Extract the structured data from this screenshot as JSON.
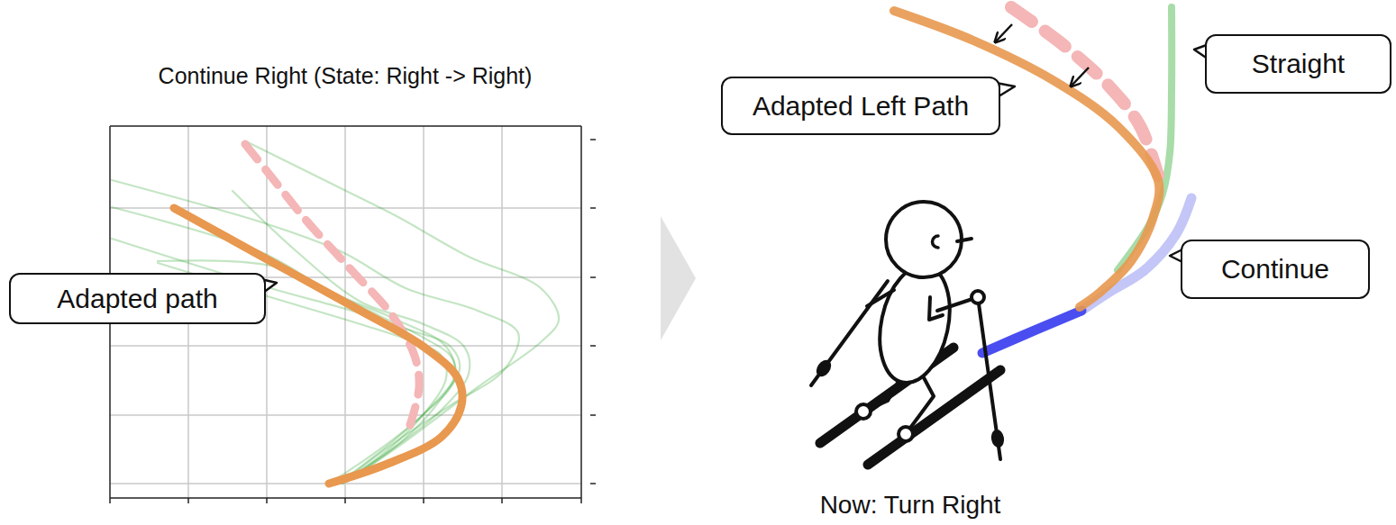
{
  "diagram": {
    "nodes": [
      {
        "text": [
          "Adapted path"
        ]
      },
      {
        "text": [
          "Straight"
        ]
      },
      {
        "text": [
          "Adapted Left Path"
        ]
      },
      {
        "text": [
          "Continue"
        ]
      }
    ],
    "labels": [
      "Continue Right (State: Right -> Right)",
      "Now: Turn Right"
    ]
  }
}
